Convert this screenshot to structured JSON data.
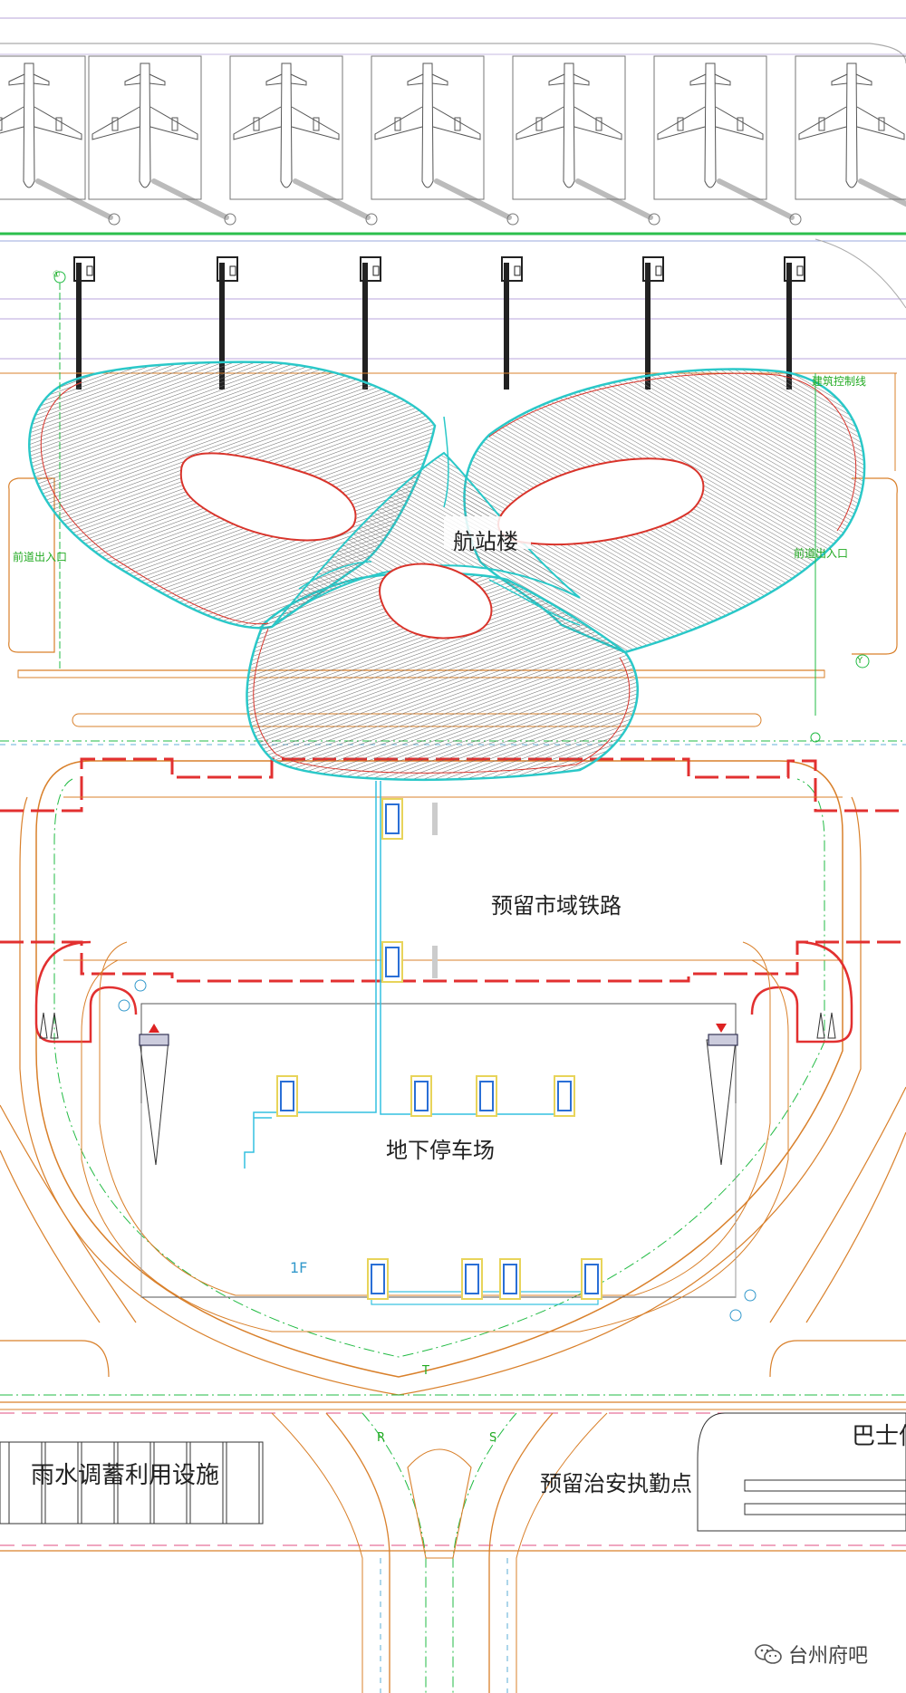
{
  "labels": {
    "terminal": "航站楼",
    "reserved_rail": "预留市域铁路",
    "underground_parking": "地下停车场",
    "floor_1f": "1F",
    "rainwater_facility": "雨水调蓄利用设施",
    "reserved_police_post": "预留治安执勤点",
    "bus_station_partial": "巴士信",
    "entry_left": "前道出入口",
    "entry_right": "前道出入口",
    "top_right_note": "建筑控制线",
    "road_T": "T",
    "road_R": "R",
    "road_S": "S",
    "axis_top": "①",
    "axis_y": "Y"
  },
  "watermark": {
    "text": "台州府吧",
    "icon": "wechat-icon"
  },
  "colors": {
    "roof_outline": "#2ac8c8",
    "roof_hatch": "#555555",
    "inner_red": "#d9342b",
    "road_orange": "#d9802b",
    "guide_green": "#22bb44",
    "rail_red": "#e23030",
    "gate_purple": "#8866cc",
    "parking_cyan": "#33c0e0"
  }
}
